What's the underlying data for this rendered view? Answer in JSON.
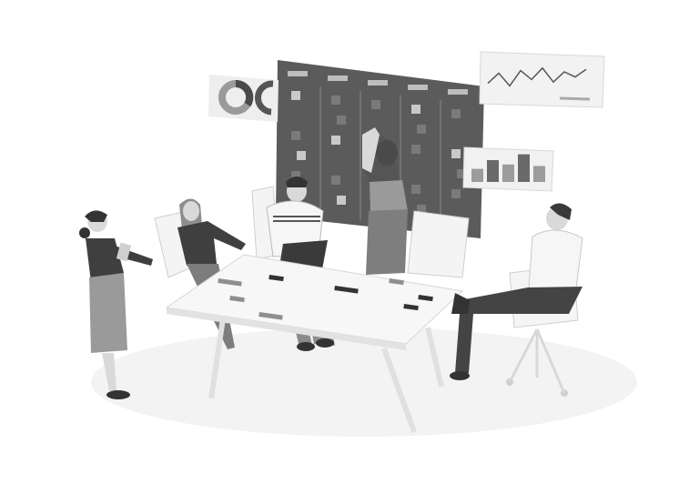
{
  "scene": {
    "description_tag": "team-meeting-illustration",
    "palette": {
      "board": "#5b5b5b",
      "board_dark": "#4a4a4a",
      "sticky_light": "#c9c9c9",
      "sticky_dark": "#7a7a7a",
      "table": "#f7f7f7",
      "table_edge": "#d6d6d6",
      "shadow": "#efefef",
      "skin": "#d9d9d9",
      "dark_cloth": "#3f3f3f",
      "mid_cloth": "#8e8e8e",
      "chart_card": "#f1f1f1"
    },
    "board_rows": 6,
    "board_columns": 5,
    "mini_bars": [
      0.45,
      0.75,
      0.6,
      0.95,
      0.55
    ],
    "line_chart_points": [
      0.3,
      0.7,
      0.2,
      0.8,
      0.45,
      0.9,
      0.35,
      0.75,
      0.55,
      0.85
    ]
  }
}
